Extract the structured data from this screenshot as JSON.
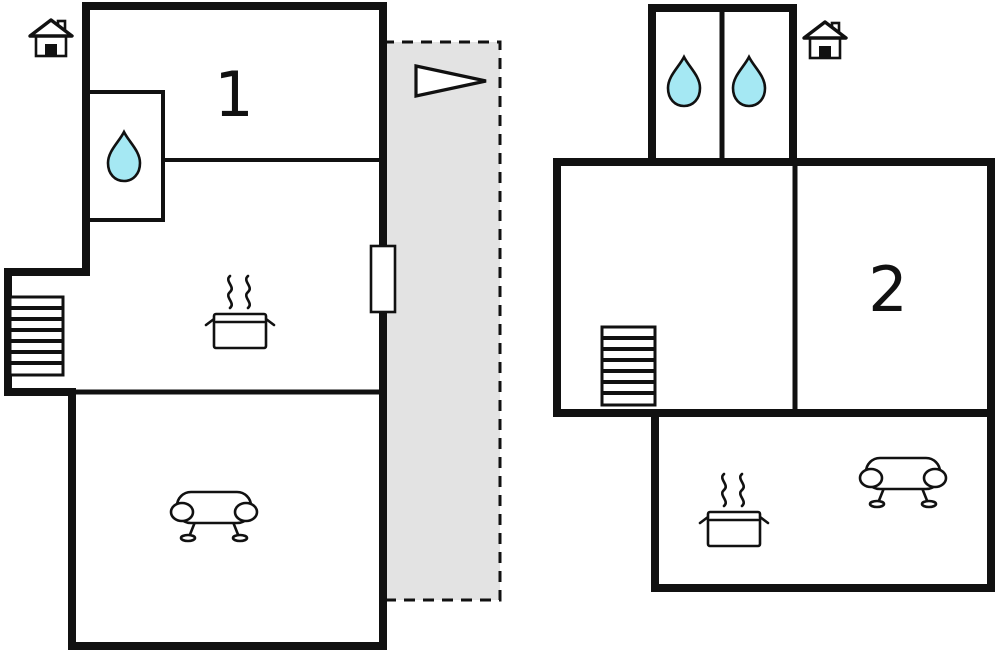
{
  "floorplan": {
    "units": [
      {
        "label": "1",
        "features": [
          "entrance",
          "shower",
          "stairs",
          "stove",
          "sofa",
          "door",
          "terrace",
          "flag"
        ]
      },
      {
        "label": "2",
        "features": [
          "entrance",
          "shower",
          "shower",
          "stairs",
          "stove",
          "sofa"
        ]
      }
    ],
    "colors": {
      "wall": "#111111",
      "water_drop": "#a5e8f3",
      "terrace_fill": "#e3e3e3",
      "background": "#ffffff"
    }
  }
}
